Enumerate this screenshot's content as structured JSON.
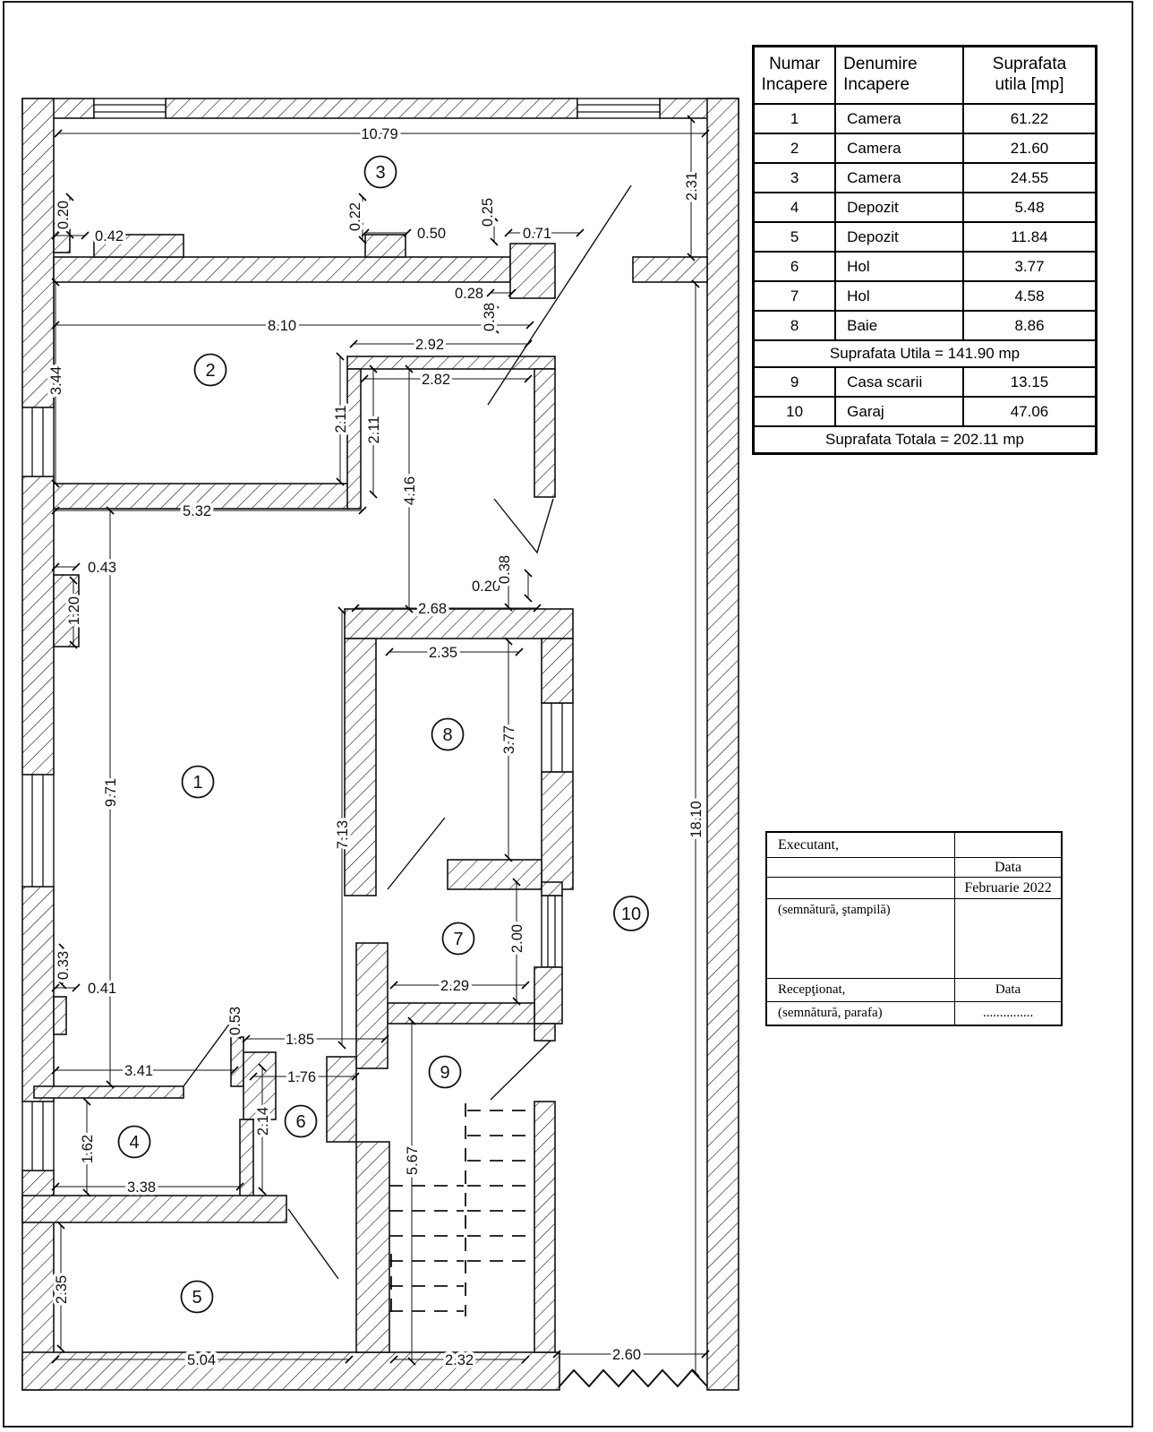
{
  "plan": {
    "rooms": [
      "1",
      "2",
      "3",
      "4",
      "5",
      "6",
      "7",
      "8",
      "9",
      "10"
    ],
    "dims": [
      "10.79",
      "2.31",
      "0.20",
      "0.42",
      "0.22",
      "0.50",
      "0.25",
      "0.71",
      "0.28",
      "0.38",
      "8.10",
      "3.44",
      "2.92",
      "2.82",
      "2.11",
      "2.11",
      "4.16",
      "5.32",
      "0.43",
      "1.20",
      "0.20",
      "0.38",
      "2.68",
      "2.35",
      "3.77",
      "9.71",
      "7.13",
      "18.10",
      "2.00",
      "2.29",
      "0.33",
      "0.41",
      "0.53",
      "1.85",
      "3.41",
      "1.76",
      "2.14",
      "1.62",
      "3.38",
      "5.67",
      "2.35",
      "5.04",
      "2.32",
      "2.60"
    ]
  },
  "rooms_table": {
    "headers": [
      {
        "line1": "Numar",
        "line2": "Incapere"
      },
      {
        "line1": "Denumire",
        "line2": "Incapere"
      },
      {
        "line1": "Suprafata",
        "line2": "utila [mp]"
      }
    ],
    "rows": [
      {
        "nr": "1",
        "name": "Camera",
        "area": "61.22"
      },
      {
        "nr": "2",
        "name": "Camera",
        "area": "21.60"
      },
      {
        "nr": "3",
        "name": "Camera",
        "area": "24.55"
      },
      {
        "nr": "4",
        "name": "Depozit",
        "area": "5.48"
      },
      {
        "nr": "5",
        "name": "Depozit",
        "area": "11.84"
      },
      {
        "nr": "6",
        "name": "Hol",
        "area": "3.77"
      },
      {
        "nr": "7",
        "name": "Hol",
        "area": "4.58"
      },
      {
        "nr": "8",
        "name": "Baie",
        "area": "8.86"
      }
    ],
    "subtotal": "Suprafata Utila = 141.90 mp",
    "rows2": [
      {
        "nr": "9",
        "name": "Casa scarii",
        "area": "13.15"
      },
      {
        "nr": "10",
        "name": "Garaj",
        "area": "47.06"
      }
    ],
    "total": "Suprafata Totala = 202.11 mp"
  },
  "signature_block": {
    "executant_label": "Executant,",
    "data_label": "Data",
    "date_value": "Februarie 2022",
    "executant_note": "(semnătură, ştampilă)",
    "receptionat_label": "Recepţionat,",
    "receptionat_data_label": "Data",
    "receptionat_note": "(semnătură, parafa)",
    "dots": "..............."
  }
}
